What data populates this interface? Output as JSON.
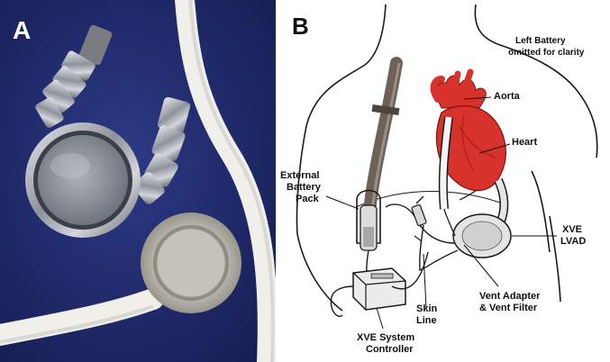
{
  "panel_a": {
    "letter": "A"
  },
  "panel_b": {
    "letter": "B",
    "note_line1": "Left Battery",
    "note_line2": "omitted for clarity",
    "labels": {
      "aorta": "Aorta",
      "heart": "Heart",
      "battery_line1": "External",
      "battery_line2": "Battery",
      "battery_line3": "Pack",
      "lvad_line1": "XVE",
      "lvad_line2": "LVAD",
      "skin_line1": "Skin",
      "skin_line2": "Line",
      "vent_line1": "Vent Adapter",
      "vent_line2": "& Vent Filter",
      "controller_line1": "XVE System",
      "controller_line2": "Controller"
    }
  },
  "colors": {
    "photo_background": "#1f2a6b",
    "heart_red": "#d8322c",
    "tube_white": "#f0efea",
    "metal": "#b9bcc2"
  }
}
